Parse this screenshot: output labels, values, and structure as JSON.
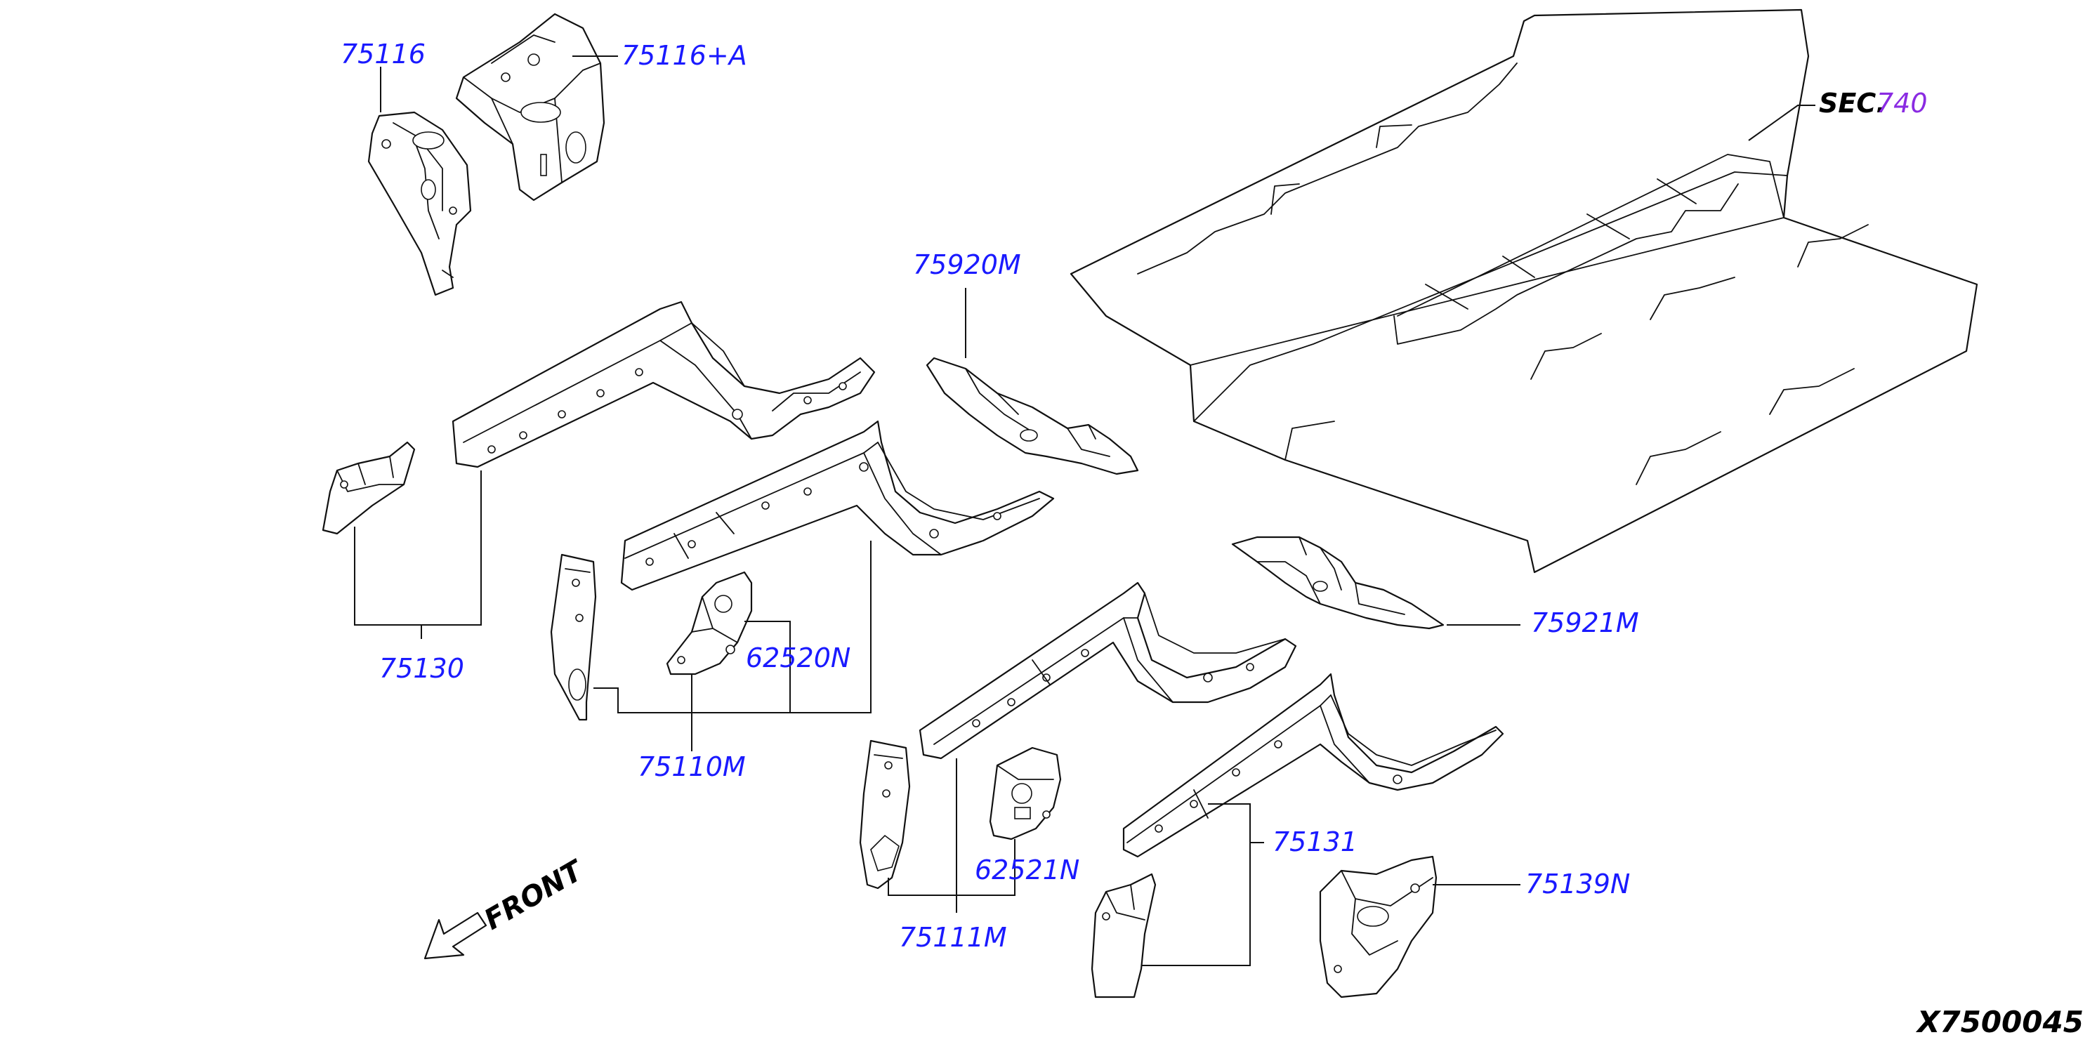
{
  "colors": {
    "part_number": "#1a1aff",
    "section_number": "#8a2be2",
    "line": "#111111",
    "text_dark": "#000000",
    "background": "#ffffff"
  },
  "labels": {
    "p75116": "75116",
    "p75116a": "75116+A",
    "p75920m": "75920M",
    "p75130": "75130",
    "p62520n": "62520N",
    "p75110m": "75110M",
    "p75921m": "75921M",
    "p75131": "75131",
    "p62521n": "62521N",
    "p75139n": "75139N",
    "p75111m": "75111M"
  },
  "section_ref": {
    "prefix": "SEC.",
    "number": "740"
  },
  "front_indicator": {
    "text": "FRONT",
    "icon": "front-arrow-icon"
  },
  "diagram_code": "X7500045"
}
